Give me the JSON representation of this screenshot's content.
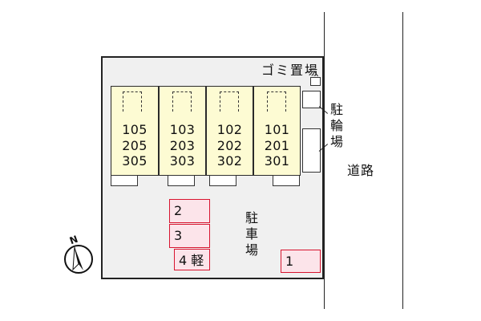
{
  "site": {
    "garbage_label": "ゴミ置場",
    "bicycle_parking_label": [
      "駐",
      "輪",
      "場"
    ],
    "road_label": "道路",
    "parking_label": [
      "駐",
      "車",
      "場"
    ],
    "north_label": "N"
  },
  "units": [
    {
      "rooms": [
        "105",
        "205",
        "305"
      ]
    },
    {
      "rooms": [
        "103",
        "203",
        "303"
      ]
    },
    {
      "rooms": [
        "102",
        "202",
        "302"
      ]
    },
    {
      "rooms": [
        "101",
        "201",
        "301"
      ]
    }
  ],
  "parking_spaces": [
    {
      "label": "2"
    },
    {
      "label": "3"
    },
    {
      "label": "4 軽"
    },
    {
      "label": "1"
    }
  ],
  "colors": {
    "building_fill": "#fdfbd3",
    "parking_fill": "#fce4ea",
    "parking_border": "#d8142f",
    "lot_fill": "#f0f0f0"
  }
}
